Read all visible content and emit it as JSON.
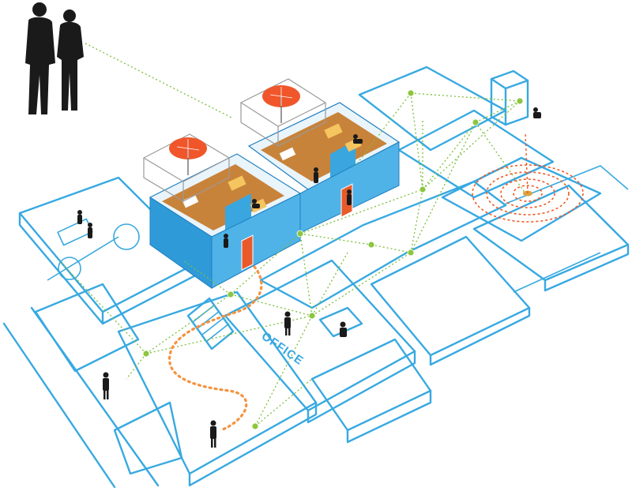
{
  "labels": {
    "office": "OFFICE"
  },
  "colors": {
    "floorplan": "#38a9e1",
    "network_links": "#7bbf3a",
    "network_nodes": "#8cc63f",
    "walking_path": "#f5923e",
    "signal_rings": "#ef5a24",
    "doors": "#e85a2a",
    "people": "#1a1a1a"
  },
  "icons": [
    "person-silhouette",
    "umbrella-icon",
    "network-node",
    "signal-rings",
    "door"
  ]
}
